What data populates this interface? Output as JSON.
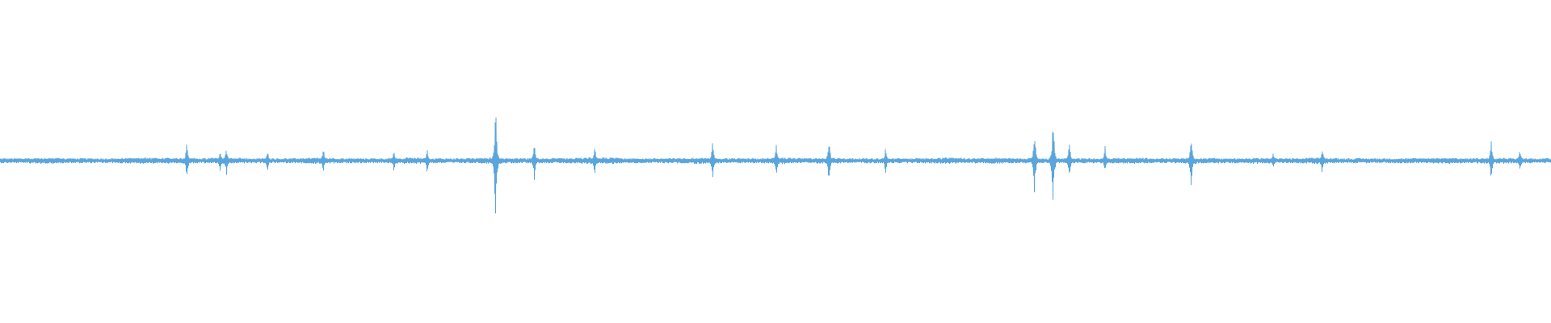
{
  "waveform": {
    "color": "#5aa5dc",
    "background": "#ffffff",
    "baseline_amplitude": 0.012,
    "noise_bursts": [
      0.03,
      0.09,
      0.115,
      0.145,
      0.205,
      0.265,
      0.32,
      0.38,
      0.395,
      0.45,
      0.505,
      0.535,
      0.61,
      0.64,
      0.73,
      0.77,
      0.81,
      0.85,
      0.93,
      0.965
    ],
    "peaks": [
      {
        "position": 0.1205,
        "amplitude": 0.14
      },
      {
        "position": 0.142,
        "amplitude": 0.08
      },
      {
        "position": 0.146,
        "amplitude": 0.1
      },
      {
        "position": 0.1725,
        "amplitude": 0.07
      },
      {
        "position": 0.2085,
        "amplitude": 0.09
      },
      {
        "position": 0.254,
        "amplitude": 0.07
      },
      {
        "position": 0.2755,
        "amplitude": 0.09
      },
      {
        "position": 0.3195,
        "amplitude": 0.4
      },
      {
        "position": 0.3445,
        "amplitude": 0.13
      },
      {
        "position": 0.3835,
        "amplitude": 0.1
      },
      {
        "position": 0.4595,
        "amplitude": 0.15
      },
      {
        "position": 0.5005,
        "amplitude": 0.11
      },
      {
        "position": 0.5345,
        "amplitude": 0.16
      },
      {
        "position": 0.571,
        "amplitude": 0.09
      },
      {
        "position": 0.667,
        "amplitude": 0.22
      },
      {
        "position": 0.679,
        "amplitude": 0.3
      },
      {
        "position": 0.6895,
        "amplitude": 0.14
      },
      {
        "position": 0.7125,
        "amplitude": 0.09
      },
      {
        "position": 0.768,
        "amplitude": 0.18
      },
      {
        "position": 0.821,
        "amplitude": 0.06
      },
      {
        "position": 0.8525,
        "amplitude": 0.09
      },
      {
        "position": 0.9615,
        "amplitude": 0.14
      },
      {
        "position": 0.98,
        "amplitude": 0.08
      }
    ]
  }
}
